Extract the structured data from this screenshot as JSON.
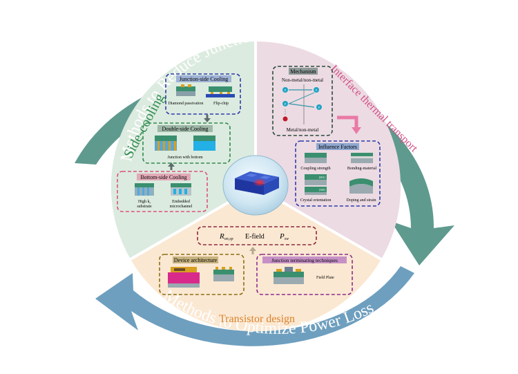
{
  "outer_ring": {
    "top_arc": "Methods to Reduce Junction-to-case Thermal Resistance",
    "bottom_arc": "Methods to Optimize Power Loss"
  },
  "side_cooling": {
    "title": "Side-cooling",
    "junction_side": {
      "title": "Junction-side Cooling",
      "item1": "Diamond passivation",
      "item2": "Flip-chip"
    },
    "double_side": {
      "title": "Double-side Cooling",
      "item1": "Junction with bottom"
    },
    "bottom_side": {
      "title": "Bottom-side Cooling",
      "item1_line1": "High k",
      "item1_sub": "s",
      "item1_line2": "substrate",
      "item2_line1": "Embedded",
      "item2_line2": "microchannel"
    }
  },
  "interface": {
    "title": "Interface thermal transport",
    "mechanism": {
      "title": "Mechanism",
      "top_label": "Non-metal/non-metal",
      "bottom_label": "Metal/non-metal",
      "particle": "P"
    },
    "influence": {
      "title": "Influence Factors",
      "item1": "Coupling strength",
      "item2": "Bonding-material",
      "item3": "Crystal orientation",
      "item4": "Doping and strain",
      "tag1": "[001]",
      "tag2": "[100]"
    }
  },
  "transistor": {
    "title": "Transistor design",
    "metrics": {
      "r_main": "R",
      "r_sub": "on,sp",
      "efield": "E-field",
      "p_main": "P",
      "p_sub": "sw"
    },
    "device_arch": {
      "title": "Device architecture"
    },
    "junction_term": {
      "title": "Junction terminating techniques",
      "item1": "Field Plate"
    }
  },
  "colors": {
    "ring_teal": "#5f9a8f",
    "ring_blue": "#6e9fbf",
    "green_sector": "#dcebdf",
    "pink_sector": "#ecdbe3",
    "orange_sector": "#fbe8d2",
    "dash_blue": "#2b3aa8",
    "dash_green": "#2e8b4e",
    "dash_pink": "#d9527a",
    "dash_brown": "#8a6d16",
    "dash_purple": "#8a2a8c",
    "dash_maroon": "#8c2840",
    "interface_pink": "#d24f86",
    "transistor_orange": "#d9822b"
  }
}
